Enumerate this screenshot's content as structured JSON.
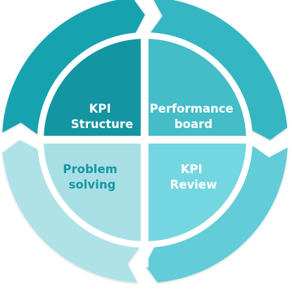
{
  "quadrants": [
    {
      "id": "kpi-structure",
      "line1": "KPI",
      "line2": "Structure",
      "ring_color": "#18A2AF",
      "inner_color": "#1495A2",
      "text_color": "#FFFFFF"
    },
    {
      "id": "performance-board",
      "line1": "Performance",
      "line2": "board",
      "ring_color": "#34B7C3",
      "inner_color": "#45BDC8",
      "text_color": "#FFFFFF"
    },
    {
      "id": "kpi-review",
      "line1": "KPI",
      "line2": "Review",
      "ring_color": "#62CCD8",
      "inner_color": "#74D6E0",
      "text_color": "#FFFFFF"
    },
    {
      "id": "problem-solving",
      "line1": "Problem",
      "line2": "solving",
      "ring_color": "#AEE2E7",
      "inner_color": "#A8DFE5",
      "text_color": "#1596A3"
    }
  ],
  "colors": {
    "divider": "#FFFFFF",
    "background": "#FFFFFF"
  }
}
